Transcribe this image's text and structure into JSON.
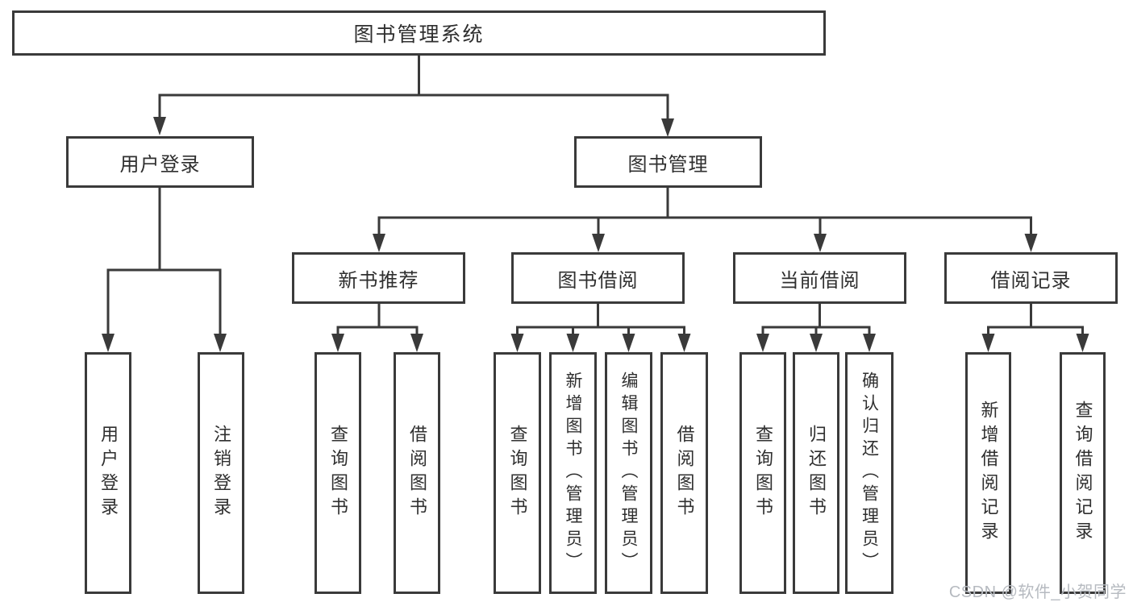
{
  "tree": {
    "root": "图书管理系统",
    "branches": [
      {
        "label": "用户登录",
        "children": [
          {
            "label": "用户登录"
          },
          {
            "label": "注销登录"
          }
        ]
      },
      {
        "label": "图书管理",
        "groups": [
          {
            "label": "新书推荐",
            "children": [
              {
                "label": "查询图书"
              },
              {
                "label": "借阅图书"
              }
            ]
          },
          {
            "label": "图书借阅",
            "children": [
              {
                "label": "查询图书"
              },
              {
                "label": "新增图书（管理员）"
              },
              {
                "label": "编辑图书（管理员）"
              },
              {
                "label": "借阅图书"
              }
            ]
          },
          {
            "label": "当前借阅",
            "children": [
              {
                "label": "查询图书"
              },
              {
                "label": "归还图书"
              },
              {
                "label": "确认归还（管理员）"
              }
            ]
          },
          {
            "label": "借阅记录",
            "children": [
              {
                "label": "新增借阅记录"
              },
              {
                "label": "查询借阅记录"
              }
            ]
          }
        ]
      }
    ]
  },
  "watermark": "CSDN @软件_小贺同学",
  "colors": {
    "line": "#3a3a3a",
    "text": "#2f2f2f",
    "watermark": "#b6bac0",
    "background": "#ffffff"
  }
}
